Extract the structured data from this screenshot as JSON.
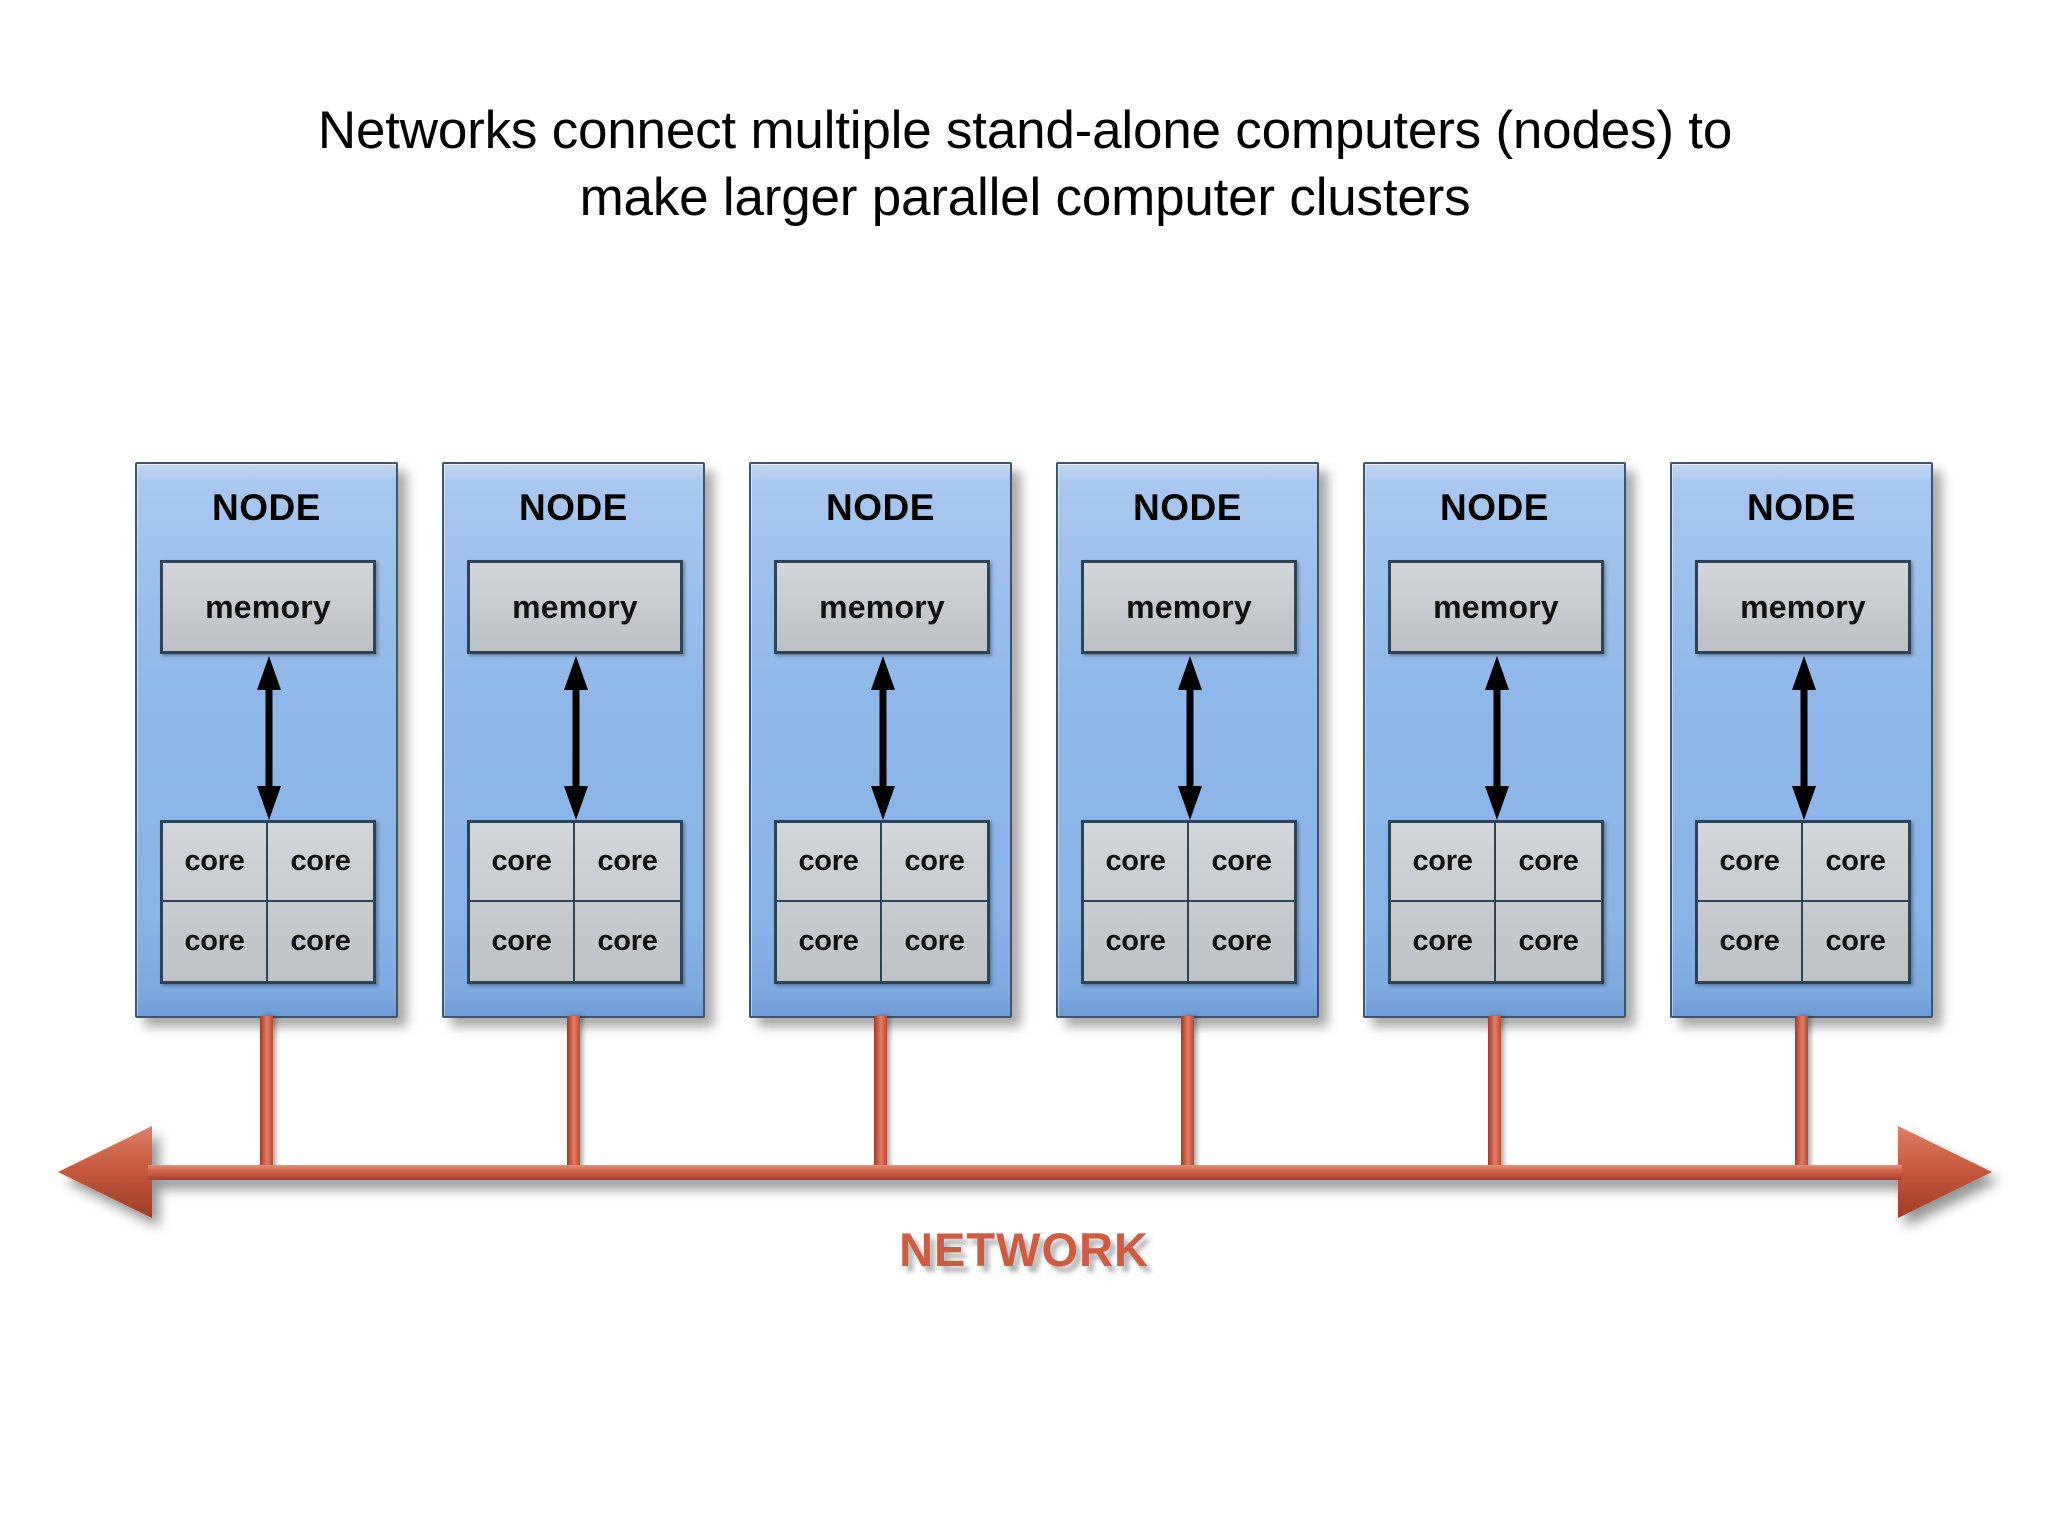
{
  "slide": {
    "title": "Networks connect multiple stand-alone computers (nodes) to\nmake larger parallel computer clusters",
    "background_color": "#ffffff"
  },
  "diagram": {
    "type": "cluster-network-diagram",
    "node_count": 6,
    "network": {
      "label": "NETWORK",
      "bus_style": "double-headed-arrow",
      "bus_color": "#cf5c41",
      "label_color": "#cf5c41"
    },
    "node_template": {
      "title": "NODE",
      "memory_label": "memory",
      "core_label": "core",
      "core_rows": 2,
      "core_cols": 2,
      "core_count": 4,
      "node_fill_color": "#8fb7e9",
      "node_border_color": "#3d556e",
      "memory_fill_color": "#c8ccd0",
      "memory_border_color": "#2d4356",
      "core_fill_color": "#c7cbcf",
      "core_border_color": "#2d4356",
      "arrow_color": "#000000",
      "arrow_direction": "bidirectional"
    },
    "nodes": [
      {
        "title": "NODE",
        "memory": "memory",
        "cores": [
          "core",
          "core",
          "core",
          "core"
        ]
      },
      {
        "title": "NODE",
        "memory": "memory",
        "cores": [
          "core",
          "core",
          "core",
          "core"
        ]
      },
      {
        "title": "NODE",
        "memory": "memory",
        "cores": [
          "core",
          "core",
          "core",
          "core"
        ]
      },
      {
        "title": "NODE",
        "memory": "memory",
        "cores": [
          "core",
          "core",
          "core",
          "core"
        ]
      },
      {
        "title": "NODE",
        "memory": "memory",
        "cores": [
          "core",
          "core",
          "core",
          "core"
        ]
      },
      {
        "title": "NODE",
        "memory": "memory",
        "cores": [
          "core",
          "core",
          "core",
          "core"
        ]
      }
    ]
  }
}
